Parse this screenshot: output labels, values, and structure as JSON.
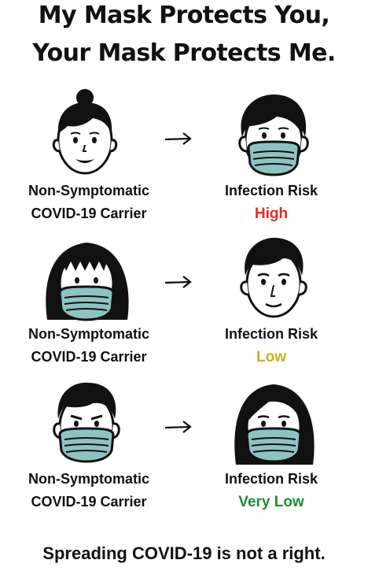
{
  "title": {
    "line1": "My Mask Protects You,",
    "line2": "Your Mask Protects Me."
  },
  "rows": [
    {
      "carrier": {
        "line1": "Non-Symptomatic",
        "line2": "COVID-19 Carrier"
      },
      "risk": {
        "label": "Infection Risk",
        "level": "High"
      },
      "carrier_masked": false,
      "other_masked": true
    },
    {
      "carrier": {
        "line1": "Non-Symptomatic",
        "line2": "COVID-19 Carrier"
      },
      "risk": {
        "label": "Infection Risk",
        "level": "Low"
      },
      "carrier_masked": true,
      "other_masked": false
    },
    {
      "carrier": {
        "line1": "Non-Symptomatic",
        "line2": "COVID-19 Carrier"
      },
      "risk": {
        "label": "Infection Risk",
        "level": "Very Low"
      },
      "carrier_masked": true,
      "other_masked": true
    }
  ],
  "colors": {
    "risk_high": "#e52b2b",
    "risk_low": "#c9b21a",
    "risk_very_low": "#1f8a3a",
    "mask": "#8fc3c3"
  },
  "icons": {
    "arrow": "right-arrow-icon",
    "face": "person-face-icon",
    "mask": "face-mask-icon"
  },
  "footer": "Spreading COVID-19 is not a right."
}
